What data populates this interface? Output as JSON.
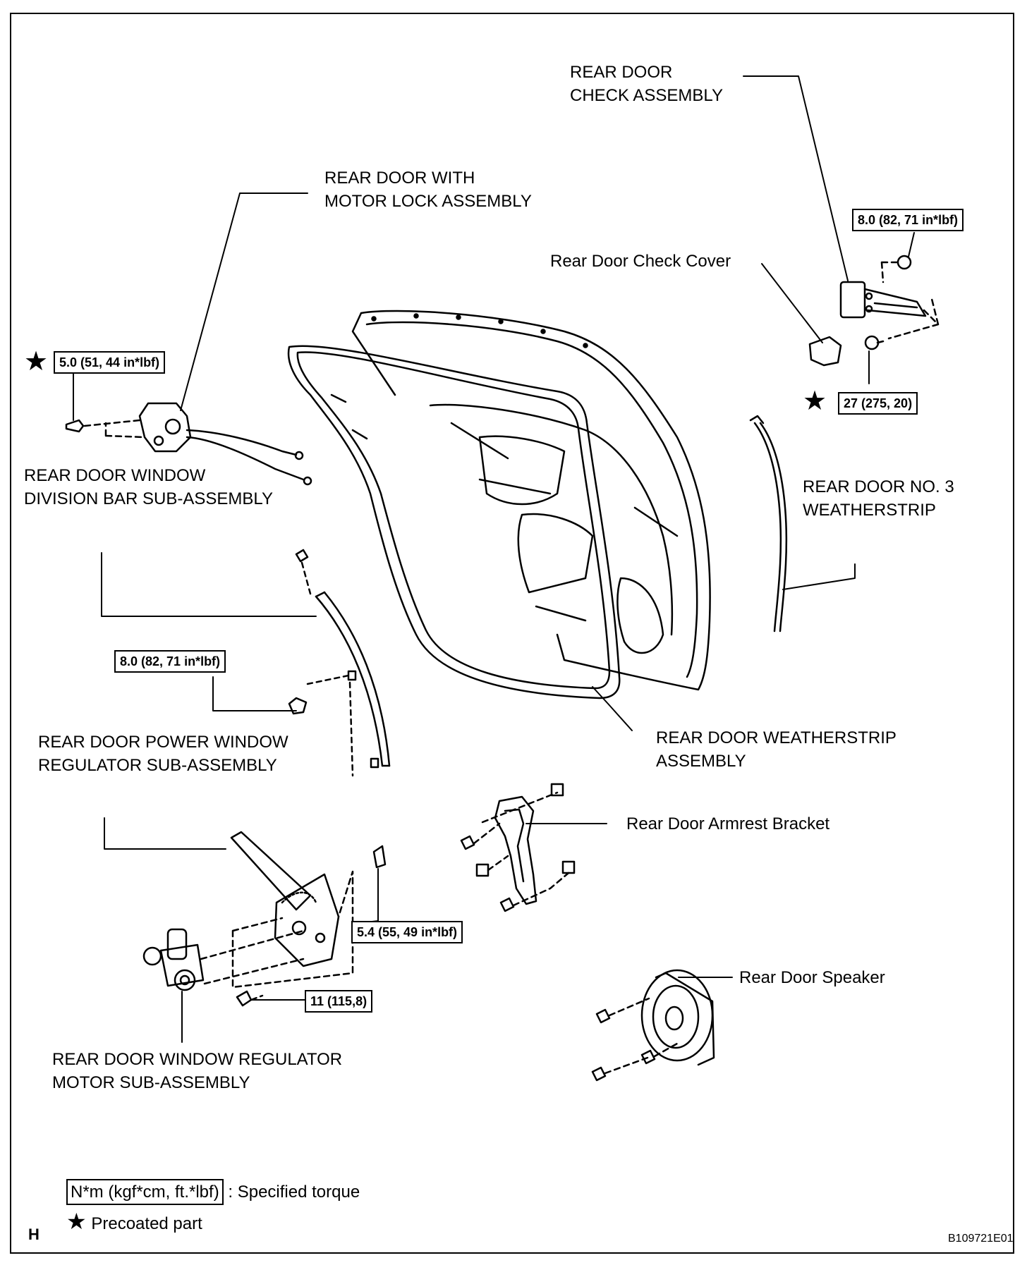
{
  "labels": {
    "check_assembly": [
      "REAR DOOR",
      "CHECK ASSEMBLY"
    ],
    "motor_lock": [
      "REAR DOOR WITH",
      "MOTOR LOCK ASSEMBLY"
    ],
    "check_cover": "Rear Door Check Cover",
    "division_bar": [
      "REAR DOOR WINDOW",
      "DIVISION BAR SUB-ASSEMBLY"
    ],
    "no3_weatherstrip": [
      "REAR DOOR NO. 3",
      "WEATHERSTRIP"
    ],
    "power_window_regulator": [
      "REAR DOOR POWER WINDOW",
      "REGULATOR SUB-ASSEMBLY"
    ],
    "weatherstrip_assembly": [
      "REAR DOOR WEATHERSTRIP",
      "ASSEMBLY"
    ],
    "armrest_bracket": "Rear Door Armrest Bracket",
    "speaker": "Rear Door Speaker",
    "regulator_motor": [
      "REAR DOOR  WINDOW REGULATOR",
      "MOTOR SUB-ASSEMBLY"
    ]
  },
  "torques": {
    "check_upper": "8.0 (82, 71 in*lbf)",
    "check_lower": "27 (275, 20)",
    "division_bar": "5.0 (51, 44 in*lbf)",
    "regulator_upper": "8.0 (82, 71 in*lbf)",
    "regulator_lower": "5.4 (55, 49 in*lbf)",
    "motor": "11 (115,8)"
  },
  "star_symbol": "★",
  "legend": {
    "torque_unit": "N*m (kgf*cm, ft.*lbf)",
    "torque_desc": ": Specified torque",
    "precoated_desc": "Precoated part"
  },
  "corner_letter": "H",
  "figure_code": "B109721E01"
}
